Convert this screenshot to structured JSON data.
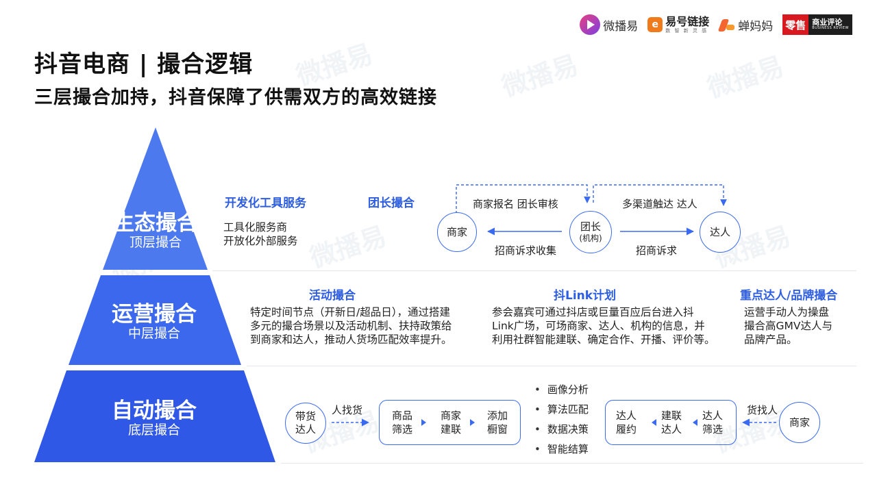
{
  "logos": {
    "weiboyi": "微播易",
    "yihao": "易号链接",
    "yihao_sub": "数 智 新 灵 感",
    "chanmama": "蝉妈妈",
    "lingshou_red": "零售",
    "lingshou_dark": "商业评论",
    "lingshou_en": "BUSINESS REVIEW"
  },
  "header": {
    "title": "抖音电商 | 撮合逻辑",
    "subtitle": "三层撮合加持，抖音保障了供需双方的高效链接"
  },
  "watermark_text": "微播易",
  "colors": {
    "tier_top": "#4c79ee",
    "tier_mid": "#3b68ec",
    "tier_bottom": "#2f58e6",
    "accent": "#2d5de0",
    "line": "#3a6af0"
  },
  "tiers": {
    "top": {
      "main": "生态撮合",
      "sub": "顶层撮合",
      "tool_heading": "开发化工具服务",
      "tool_lines": [
        "工具化服务商",
        "开放化外部服务"
      ],
      "group_heading": "团长撮合",
      "nodes": {
        "merchant": "商家",
        "leader": "团长",
        "leader_sub": "(机构)",
        "talent": "达人"
      },
      "labels": {
        "left_top": "商家报名 团长审核",
        "right_top": "多渠道触达 达人",
        "left_bottom": "招商诉求收集",
        "right_bottom": "招商诉求"
      }
    },
    "middle": {
      "main": "运营撮合",
      "sub": "中层撮合",
      "sections": [
        {
          "heading": "活动撮合",
          "lines": [
            "特定时间节点（开新日/超品日），通过搭建",
            "多元的撮合场景以及活动机制、扶持政策给",
            "到商家和达人，推动人货场匹配效率提升。"
          ]
        },
        {
          "heading": "抖Link计划",
          "lines": [
            "参会嘉宾可通过抖店或巨量百应后台进入抖",
            "Link广场，可场商家、达人、机构的信息，并",
            "利用社群智能建联、确定合作、开播、评价等。"
          ]
        },
        {
          "heading": "重点达人/品牌撮合",
          "lines": [
            "运营手动人为操盘",
            "撮合高GMV达人与",
            "品牌产品。"
          ]
        }
      ]
    },
    "bottom": {
      "main": "自动撮合",
      "sub": "底层撮合",
      "left_circle": [
        "带货",
        "达人"
      ],
      "left_label": "人找货",
      "left_steps": [
        [
          "商品",
          "筛选"
        ],
        [
          "商家",
          "建联"
        ],
        [
          "添加",
          "橱窗"
        ]
      ],
      "bullets": [
        "画像分析",
        "算法匹配",
        "数据决策",
        "智能结算"
      ],
      "right_steps": [
        [
          "达人",
          "履约"
        ],
        [
          "建联",
          "达人"
        ],
        [
          "达人",
          "筛选"
        ]
      ],
      "right_label": "货找人",
      "right_circle": "商家"
    }
  }
}
